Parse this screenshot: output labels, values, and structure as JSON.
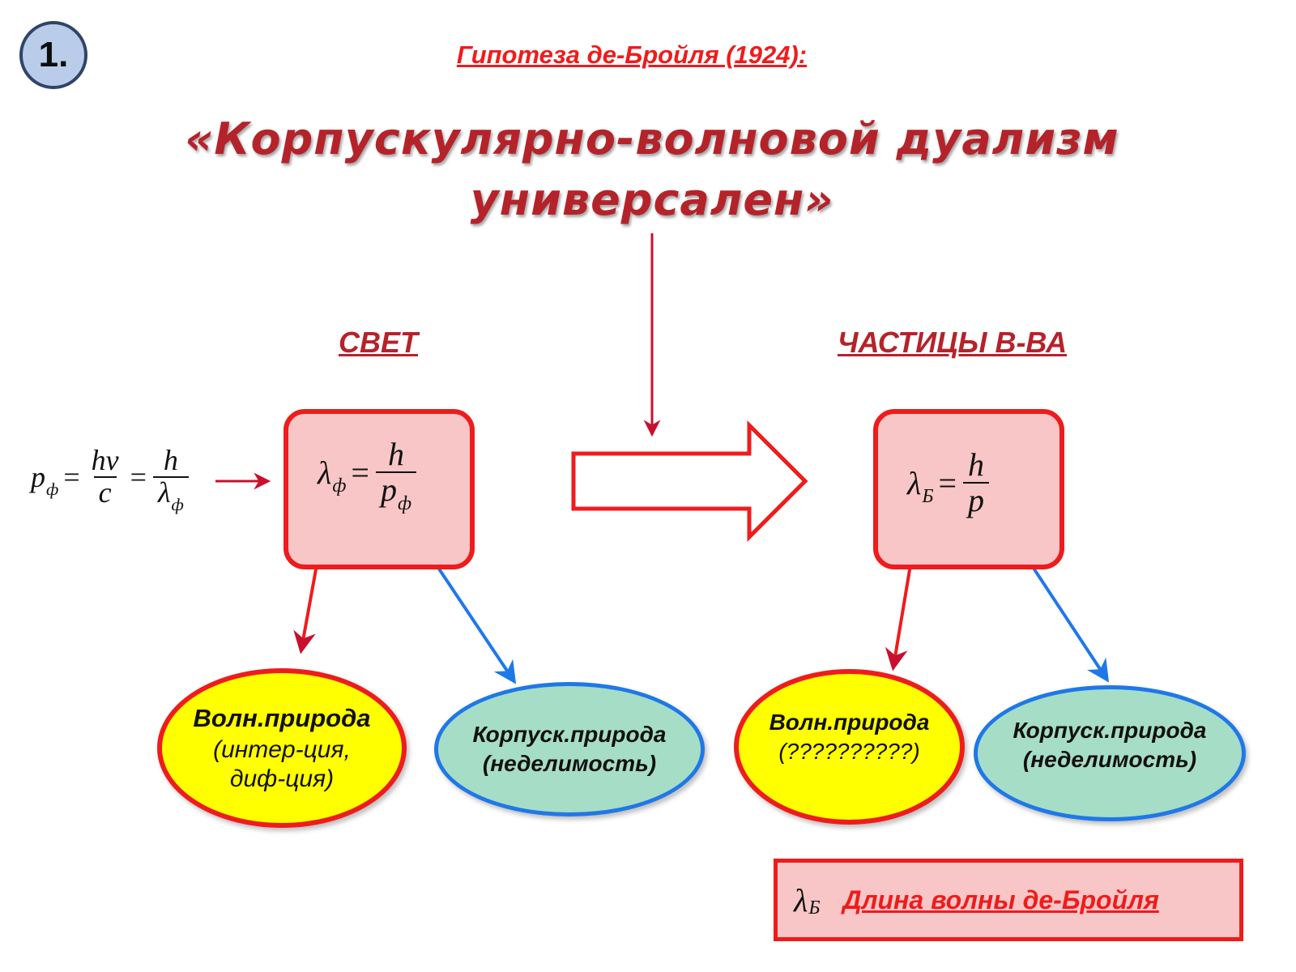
{
  "slide_number": "1.",
  "subtitle": "Гипотеза де-Бройля (1924):",
  "headline": {
    "line1": "«Корпускулярно-волновой дуализм",
    "line2": "универсален»"
  },
  "light": {
    "title": "СВЕТ",
    "momentum_formula": {
      "p": "p",
      "p_sub": "ф",
      "eq": "=",
      "h": "h",
      "nu": "ν",
      "c": "c",
      "lambda": "λ",
      "lambda_sub": "ф"
    },
    "box_formula": {
      "lambda": "λ",
      "lambda_sub": "ф",
      "eq": "=",
      "h": "h",
      "p": "p",
      "p_sub": "ф"
    },
    "wave_nature": {
      "title": "Волн.природа",
      "note_line1": "(интер-ция,",
      "note_line2": "диф-ция)"
    },
    "particle_nature": {
      "title": "Корпуск.природа",
      "note": "(неделимость)"
    }
  },
  "matter": {
    "title": "ЧАСТИЦЫ В-ВА",
    "box_formula": {
      "lambda": "λ",
      "lambda_sub": "Б",
      "eq": "=",
      "h": "h",
      "p": "p"
    },
    "wave_nature": {
      "title": "Волн.природа",
      "note": "(??????????)"
    },
    "particle_nature": {
      "title": "Корпуск.природа",
      "note": "(неделимость)"
    }
  },
  "legend": {
    "symbol": "λ",
    "symbol_sub": "Б",
    "text": "Длина волны де-Бройля"
  },
  "colors": {
    "red": "#ee1c1c",
    "dark_red": "#b5232a",
    "blue": "#1f78e8",
    "box_fill": "#f8c6c6",
    "yellow": "#ffff00",
    "teal": "#a6ddc6"
  }
}
